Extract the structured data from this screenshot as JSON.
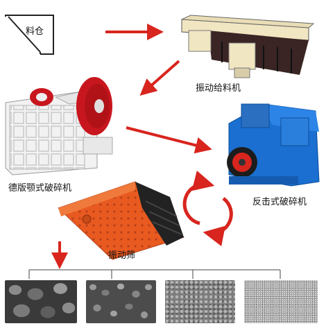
{
  "title": "",
  "nodes": {
    "hopper": {
      "label": "料仓"
    },
    "feeder": {
      "label": "振动给料机"
    },
    "jaw_crusher": {
      "label": "德版颚式破碎机"
    },
    "impact_crusher": {
      "label": "反击式破碎机"
    },
    "screen": {
      "label": "振动筛"
    }
  },
  "products": [
    {
      "name": "coarse-aggregate",
      "grade": "coarse"
    },
    {
      "name": "medium-aggregate",
      "grade": "medium"
    },
    {
      "name": "fine-aggregate",
      "grade": "fine"
    },
    {
      "name": "sand",
      "grade": "very-fine"
    }
  ],
  "colors": {
    "arrow": "#d8251e",
    "feeder_body": "#f1e6c2",
    "feeder_frame": "#3a2424",
    "jaw_body": "#f2f2f2",
    "jaw_flywheel": "#c8161e",
    "impact_body": "#1a6fd0",
    "screen_body": "#e85a20"
  }
}
